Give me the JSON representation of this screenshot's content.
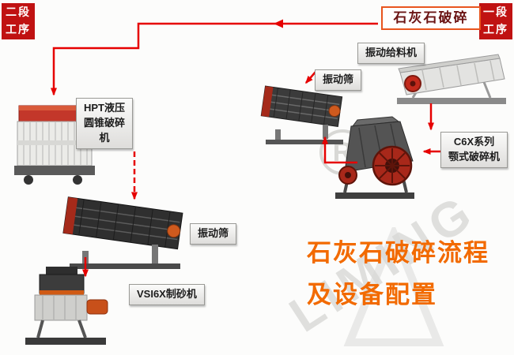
{
  "badges": {
    "left": {
      "line1": "二段",
      "line2": "工序"
    },
    "right": {
      "line1": "一段",
      "line2": "工序"
    }
  },
  "source_box": {
    "label": "石灰石破碎"
  },
  "labels": {
    "feeder": "振动给料机",
    "screen1": "振动筛",
    "jaw_line1": "C6X系列",
    "jaw_line2": "颚式破碎机",
    "cone_line1": "HPT液压",
    "cone_line2": "圆锥破碎",
    "cone_line3": "机",
    "screen2": "振动筛",
    "vsi": "VSI6X制砂机"
  },
  "title": {
    "line1": "石灰石破碎流程",
    "line2": "及设备配置"
  },
  "watermark": {
    "brand": "LIMING",
    "registered": "R"
  },
  "colors": {
    "arrow": "#e60000",
    "badge_bg": "#c01212",
    "source_border": "#e8541e",
    "title": "#f26a00"
  },
  "flow": [
    "石灰石破碎 → 振动给料机",
    "振动给料机 → C6X系列颚式破碎机",
    "C6X系列颚式破碎机 → 振动筛",
    "振动筛 → HPT液压圆锥破碎机",
    "HPT液压圆锥破碎机 → 振动筛",
    "振动筛 → VSI6X制砂机"
  ]
}
